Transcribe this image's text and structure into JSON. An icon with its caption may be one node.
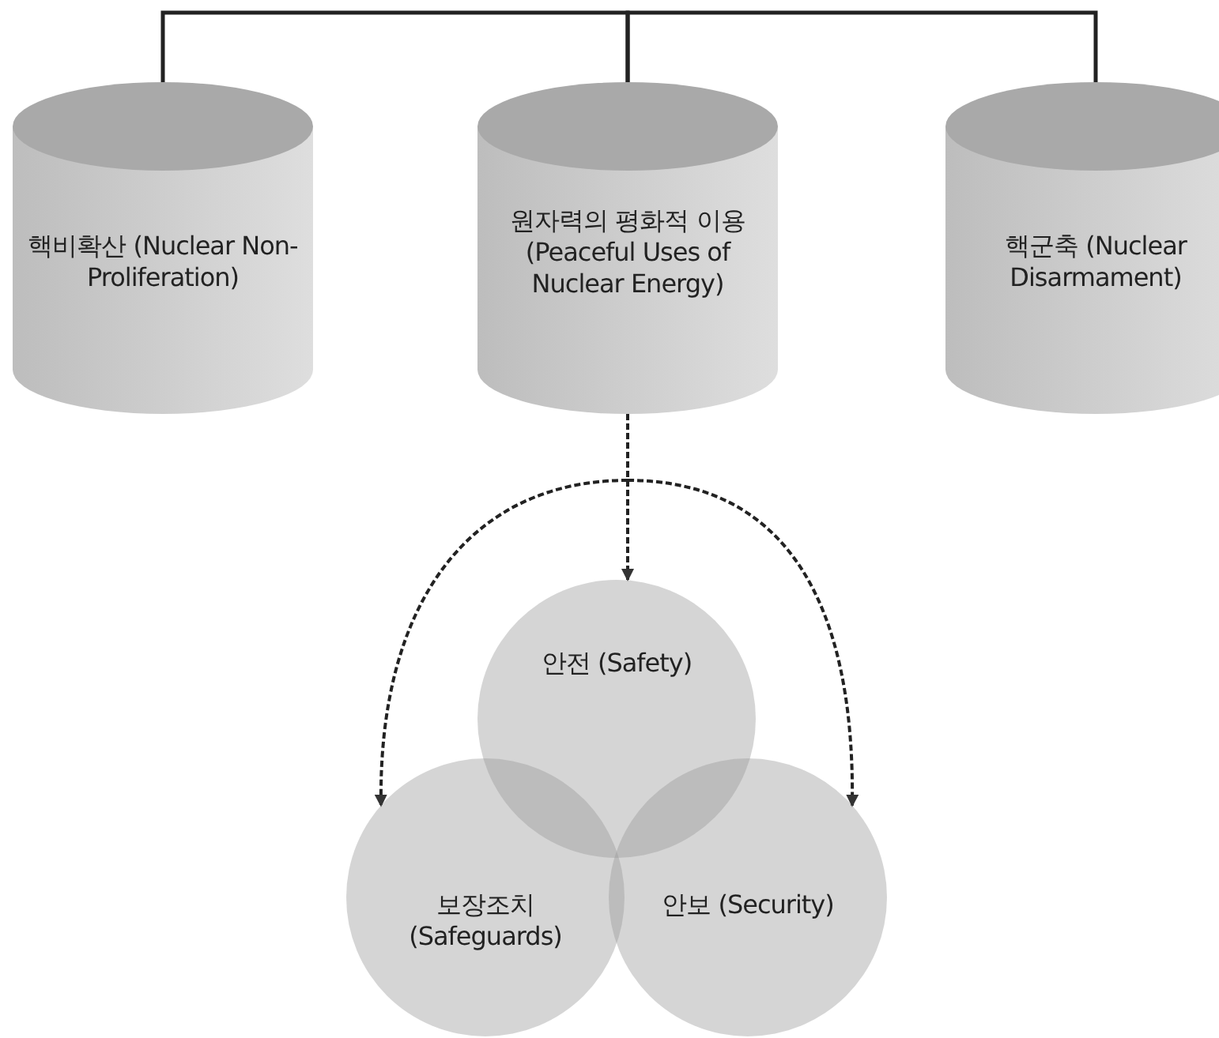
{
  "diagram": {
    "nodes": [
      {
        "text": [
          "핵비확산 (Nuclear Non-Proliferation)"
        ]
      },
      {
        "text": [
          "원자력의 평화적 이용 (Peaceful Uses of Nuclear Energy)"
        ]
      },
      {
        "text": [
          "핵군축 (Nuclear Disarmament)"
        ]
      },
      {
        "text": [
          "안전 (Safety)"
        ]
      },
      {
        "text": [
          "보장조치 (Safeguards)"
        ]
      },
      {
        "text": [
          "안보 (Security)"
        ]
      }
    ],
    "edges": [
      {
        "from": 0,
        "to": 1,
        "arrow": "none"
      },
      {
        "from": 1,
        "to": 2,
        "arrow": "none"
      },
      {
        "from": 1,
        "to": 3,
        "arrow": "to",
        "style": "dashed"
      },
      {
        "from": 1,
        "to": 4,
        "arrow": "to",
        "style": "dashed"
      },
      {
        "from": 1,
        "to": 5,
        "arrow": "to",
        "style": "dashed"
      }
    ]
  }
}
